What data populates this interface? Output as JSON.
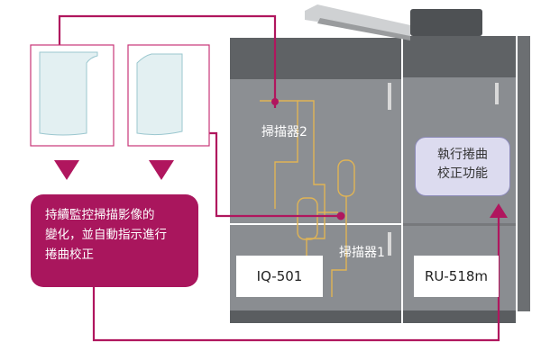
{
  "colors": {
    "connector": "#b0165e",
    "callout_bg": "#a9165d",
    "function_bg": "#dcdbef",
    "function_border": "#8c8ab8",
    "scanner_outline": "#e0b455",
    "machine_dark": "#6f7275",
    "machine_light": "#8d9094"
  },
  "scanners": {
    "scanner2_label": "掃描器2",
    "scanner1_label": "掃描器1"
  },
  "models": {
    "left_label": "IQ-501",
    "right_label": "RU-518m"
  },
  "callout": {
    "lines": [
      "持續監控掃描影像的",
      "變化，並自動指示進行",
      "捲曲校正"
    ]
  },
  "function_box": {
    "lines": [
      "執行捲曲",
      "校正功能"
    ]
  },
  "icons": {
    "paper": "curled-paper-icon",
    "arrow": "down-arrow-icon"
  }
}
